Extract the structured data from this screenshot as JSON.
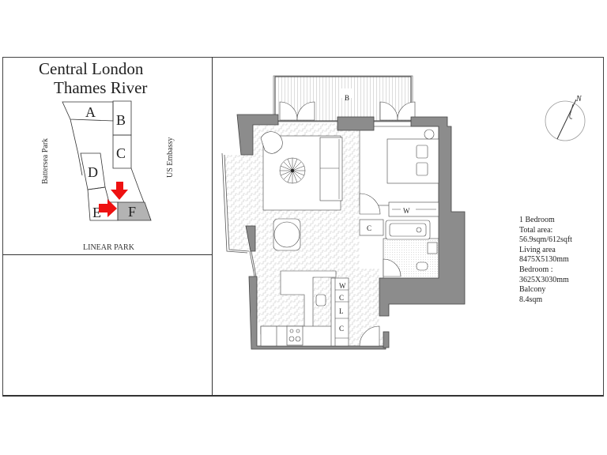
{
  "site_plan": {
    "title_line1": "Central London",
    "title_line2": "Thames River",
    "labels": {
      "west": "Battersea Park",
      "east": "US Embassy",
      "south": "LINEAR PARK"
    },
    "blocks": [
      {
        "id": "A",
        "label": "A"
      },
      {
        "id": "B",
        "label": "B"
      },
      {
        "id": "C",
        "label": "C"
      },
      {
        "id": "D",
        "label": "D"
      },
      {
        "id": "E",
        "label": "E"
      },
      {
        "id": "F",
        "label": "F",
        "highlighted": true
      }
    ],
    "highlight_color": "#b3b3b3",
    "arrow_color": "#ee1111"
  },
  "floor_plan": {
    "balcony_label": "B",
    "cupboard_label": "C",
    "wardrobe_label": "W",
    "kitchen_units": [
      "W",
      "C",
      "L",
      "C"
    ],
    "wall_color": "#8c8c8c"
  },
  "compass": {
    "north_label": "N"
  },
  "unit_info": {
    "type": "1 Bedroom",
    "total_area_label": "Total area:",
    "total_area_value": "56.9sqm/612sqft",
    "living_area_label": "Living area",
    "living_area_value": "8475X5130mm",
    "bedroom_label": "Bedroom :",
    "bedroom_value": "3625X3030mm",
    "balcony_label": "Balcony",
    "balcony_value": "8.4sqm"
  }
}
